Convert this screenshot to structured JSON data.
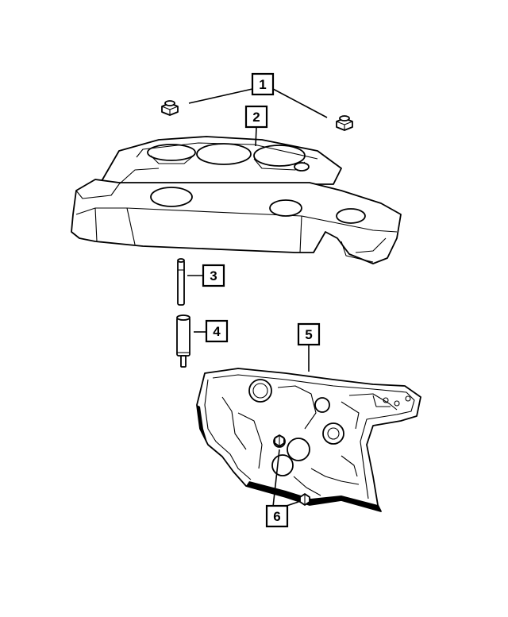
{
  "callouts": [
    {
      "id": "1",
      "label": "1"
    },
    {
      "id": "2",
      "label": "2"
    },
    {
      "id": "3",
      "label": "3"
    },
    {
      "id": "4",
      "label": "4"
    },
    {
      "id": "5",
      "label": "5"
    },
    {
      "id": "6",
      "label": "6"
    }
  ],
  "parts": [
    {
      "callout": "1",
      "icon": "nut-icon"
    },
    {
      "callout": "2",
      "icon": "engine-cover-icon"
    },
    {
      "callout": "3",
      "icon": "stud-icon"
    },
    {
      "callout": "4",
      "icon": "spacer-stud-icon"
    },
    {
      "callout": "5",
      "icon": "insulator-pad-icon"
    },
    {
      "callout": "6",
      "icon": "fastener-icon"
    }
  ]
}
